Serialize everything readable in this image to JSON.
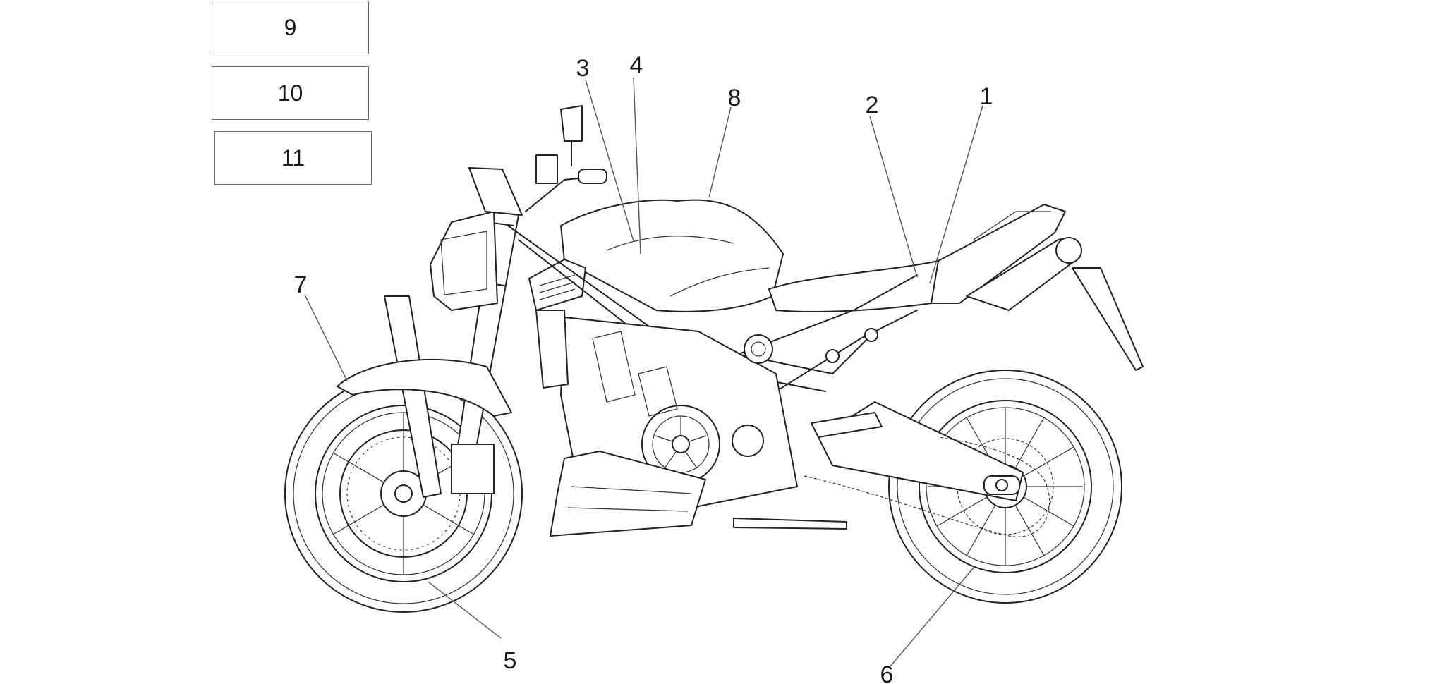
{
  "legend_boxes": [
    {
      "label": "9"
    },
    {
      "label": "10"
    },
    {
      "label": "11"
    }
  ],
  "callouts": [
    {
      "label": "1"
    },
    {
      "label": "2"
    },
    {
      "label": "3"
    },
    {
      "label": "4"
    },
    {
      "label": "5"
    },
    {
      "label": "6"
    },
    {
      "label": "7"
    },
    {
      "label": "8"
    }
  ],
  "colors": {
    "line": "#222222",
    "background": "#ffffff"
  }
}
